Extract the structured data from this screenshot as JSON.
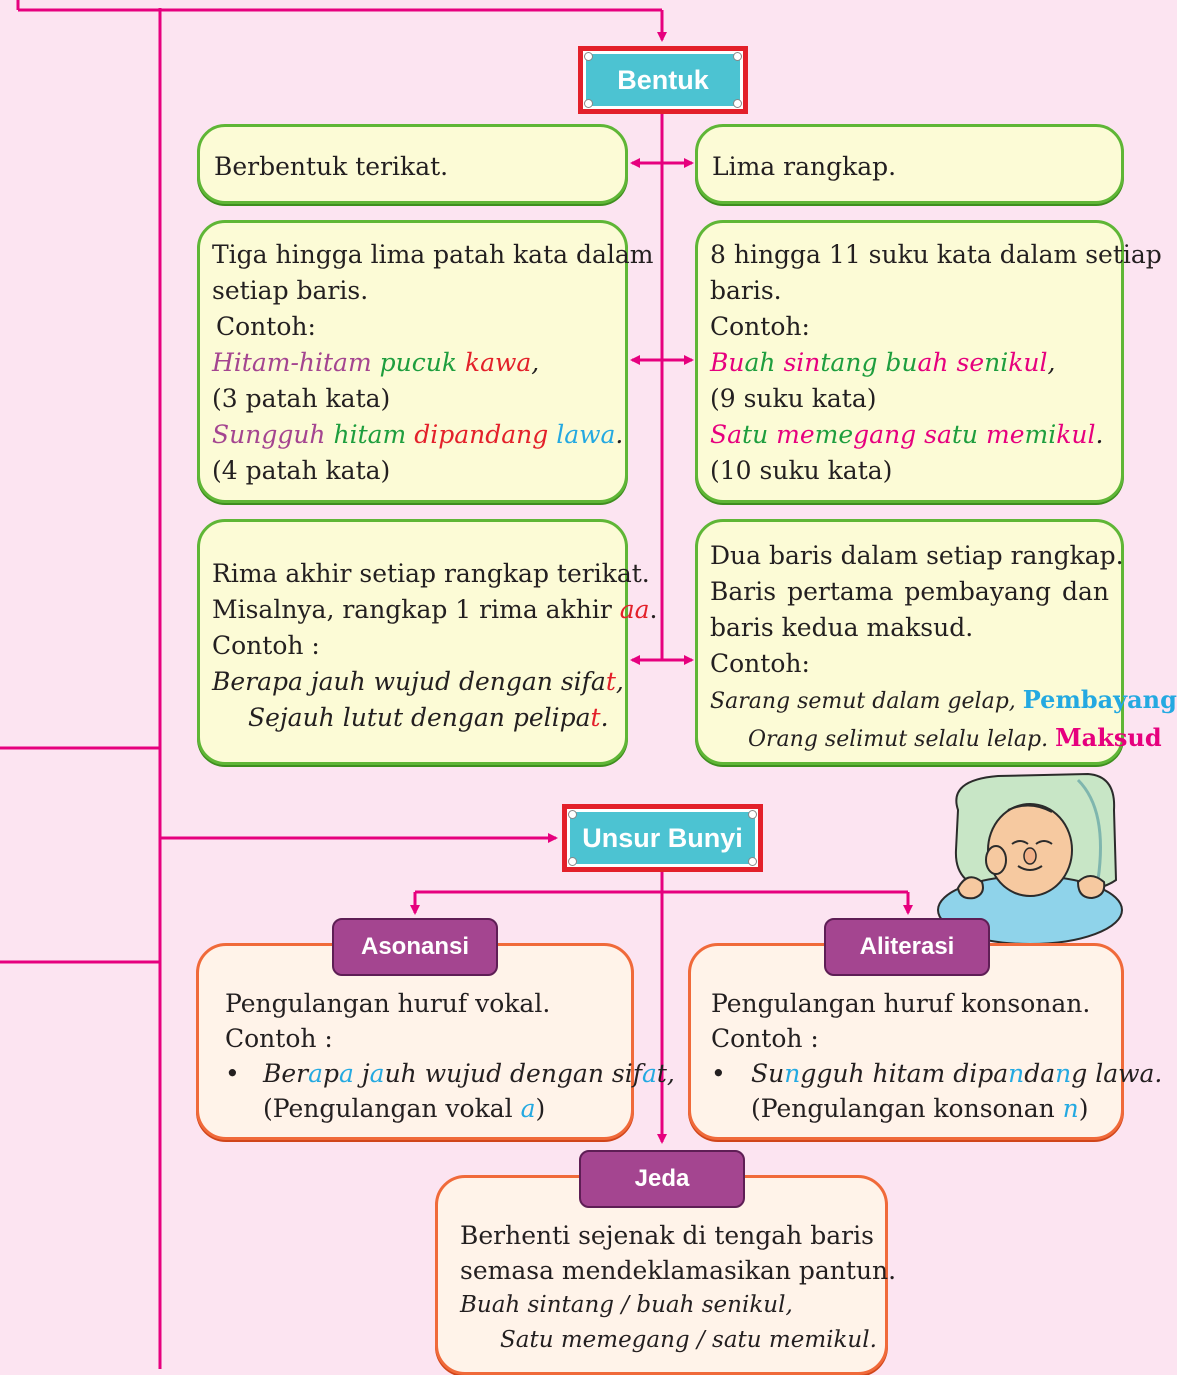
{
  "bentuk": {
    "title": "Bentuk",
    "box1": {
      "text": "Berbentuk terikat."
    },
    "box2": {
      "text": "Lima rangkap."
    },
    "box3": {
      "line1": "Tiga hingga lima patah kata dalam",
      "line2": "setiap baris.",
      "contoh": "Contoh:",
      "ex1": [
        "Hitam-hitam",
        "pucuk",
        "kawa",
        ","
      ],
      "count1": "(3 patah kata)",
      "ex2": [
        "Sungguh",
        "hitam",
        "dipandang",
        "lawa",
        "."
      ],
      "count2": "(4 patah kata)"
    },
    "box4": {
      "line1": "8 hingga 11 suku kata dalam setiap",
      "line2": "baris.",
      "contoh": "Contoh:",
      "ex1": [
        "Bu",
        "ah",
        "sin",
        "tang",
        "bu",
        "ah",
        "se",
        "ni",
        "kul",
        ","
      ],
      "count1": "(9 suku kata)",
      "ex2": [
        "Sa",
        "tu",
        "me",
        "me",
        "gang",
        "sa",
        "tu",
        "me",
        "mi",
        "kul",
        "."
      ],
      "count2": "(10 suku kata)"
    },
    "box5": {
      "line1": "Rima akhir setiap rangkap terikat.",
      "line2a": "Misalnya, rangkap 1 rima akhir",
      "line2b": "aa",
      "contoh": "Contoh :",
      "ex1a": "Berapa jauh wujud dengan sifa",
      "ex1b": "t",
      "ex2a": "Sejauh lutut dengan pelipa",
      "ex2b": "t"
    },
    "box6": {
      "line1": "Dua baris dalam setiap rangkap.",
      "line2": "Baris pertama pembayang dan",
      "line3": "baris kedua maksud.",
      "contoh": "Contoh:",
      "ex1": "Sarang semut dalam gelap,",
      "label1": "Pembayang",
      "ex2": "Orang selimut selalu lelap.",
      "label2": "Maksud"
    }
  },
  "unsur_bunyi": {
    "title": "Unsur Bunyi",
    "asonansi": {
      "tag": "Asonansi",
      "line1": "Pengulangan huruf vokal.",
      "contoh": "Contoh :",
      "bullet": "•",
      "ex": [
        "Ber",
        "a",
        "p",
        "a",
        " ",
        "j",
        "a",
        "uh wujud dengan sif",
        "a",
        "t,"
      ],
      "note_a": "(Pengulangan vokal",
      "note_b": "a",
      "note_c": ")"
    },
    "aliterasi": {
      "tag": "Aliterasi",
      "line1": "Pengulangan huruf konsonan.",
      "contoh": "Contoh :",
      "bullet": "•",
      "ex": [
        "Su",
        "n",
        "gguh hitam dipa",
        "n",
        "da",
        "n",
        "g lawa."
      ],
      "note_a": "(Pengulangan konsonan",
      "note_b": "n",
      "note_c": ")"
    },
    "jeda": {
      "tag": "Jeda",
      "line1": "Berhenti sejenak di tengah baris",
      "line2": "semasa mendeklamasikan pantun.",
      "ex1": "Buah sintang / buah senikul,",
      "ex2": "Satu memegang / satu memikul."
    }
  },
  "colors": {
    "line": "#e6007e",
    "header_bg": "#4cc3d2",
    "header_border": "#e3202a",
    "green_box": "#5fb636",
    "orange_box": "#f06a3a",
    "tag_bg": "#a44590"
  }
}
